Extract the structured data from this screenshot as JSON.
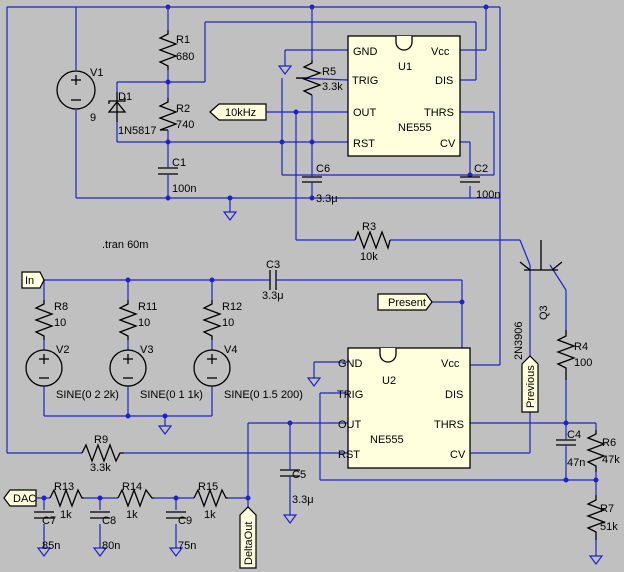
{
  "components": {
    "v1": {
      "ref": "V1",
      "value": "9"
    },
    "d1": {
      "ref": "D1",
      "value": "1N5817"
    },
    "r1": {
      "ref": "R1",
      "value": "680"
    },
    "r2": {
      "ref": "R2",
      "value": "740"
    },
    "c1": {
      "ref": "C1",
      "value": "100n"
    },
    "r5": {
      "ref": "R5",
      "value": "3.3k"
    },
    "c6": {
      "ref": "C6",
      "value": "3.3μ"
    },
    "c2": {
      "ref": "C2",
      "value": "100n"
    },
    "r3": {
      "ref": "R3",
      "value": "10k"
    },
    "c3": {
      "ref": "C3",
      "value": "3.3μ"
    },
    "r8": {
      "ref": "R8",
      "value": "10"
    },
    "r11": {
      "ref": "R11",
      "value": "10"
    },
    "r12": {
      "ref": "R12",
      "value": "10"
    },
    "v2": {
      "ref": "V2",
      "value": "SINE(0 2 2k)"
    },
    "v3": {
      "ref": "V3",
      "value": "SINE(0 1 1k)"
    },
    "v4": {
      "ref": "V4",
      "value": "SINE(0 1.5 200)"
    },
    "q3": {
      "ref": "Q3",
      "value": "2N3906"
    },
    "r4": {
      "ref": "R4",
      "value": "100"
    },
    "c4": {
      "ref": "C4",
      "value": "47n"
    },
    "r6": {
      "ref": "R6",
      "value": "47k"
    },
    "r7": {
      "ref": "R7",
      "value": "51k"
    },
    "r9": {
      "ref": "R9",
      "value": "3.3k"
    },
    "c5": {
      "ref": "C5",
      "value": "3.3μ"
    },
    "r13": {
      "ref": "R13",
      "value": "1k"
    },
    "r14": {
      "ref": "R14",
      "value": "1k"
    },
    "r15": {
      "ref": "R15",
      "value": "1k"
    },
    "c7": {
      "ref": "C7",
      "value": "85n"
    },
    "c8": {
      "ref": "C8",
      "value": "80n"
    },
    "c9": {
      "ref": "C9",
      "value": "75n"
    }
  },
  "ics": {
    "u1": {
      "ref": "U1",
      "part": "NE555"
    },
    "u2": {
      "ref": "U2",
      "part": "NE555"
    },
    "pins": {
      "gnd": "GND",
      "vcc": "Vcc",
      "trig": "TRIG",
      "dis": "DIS",
      "out": "OUT",
      "thrs": "THRS",
      "rst": "RST",
      "cv": "CV"
    }
  },
  "net_labels": {
    "clk": "10kHz",
    "in": "In",
    "present": "Present",
    "previous": "Previous",
    "dac": "DAC",
    "delta_out": "DeltaOut"
  },
  "directive": ".tran 60m"
}
